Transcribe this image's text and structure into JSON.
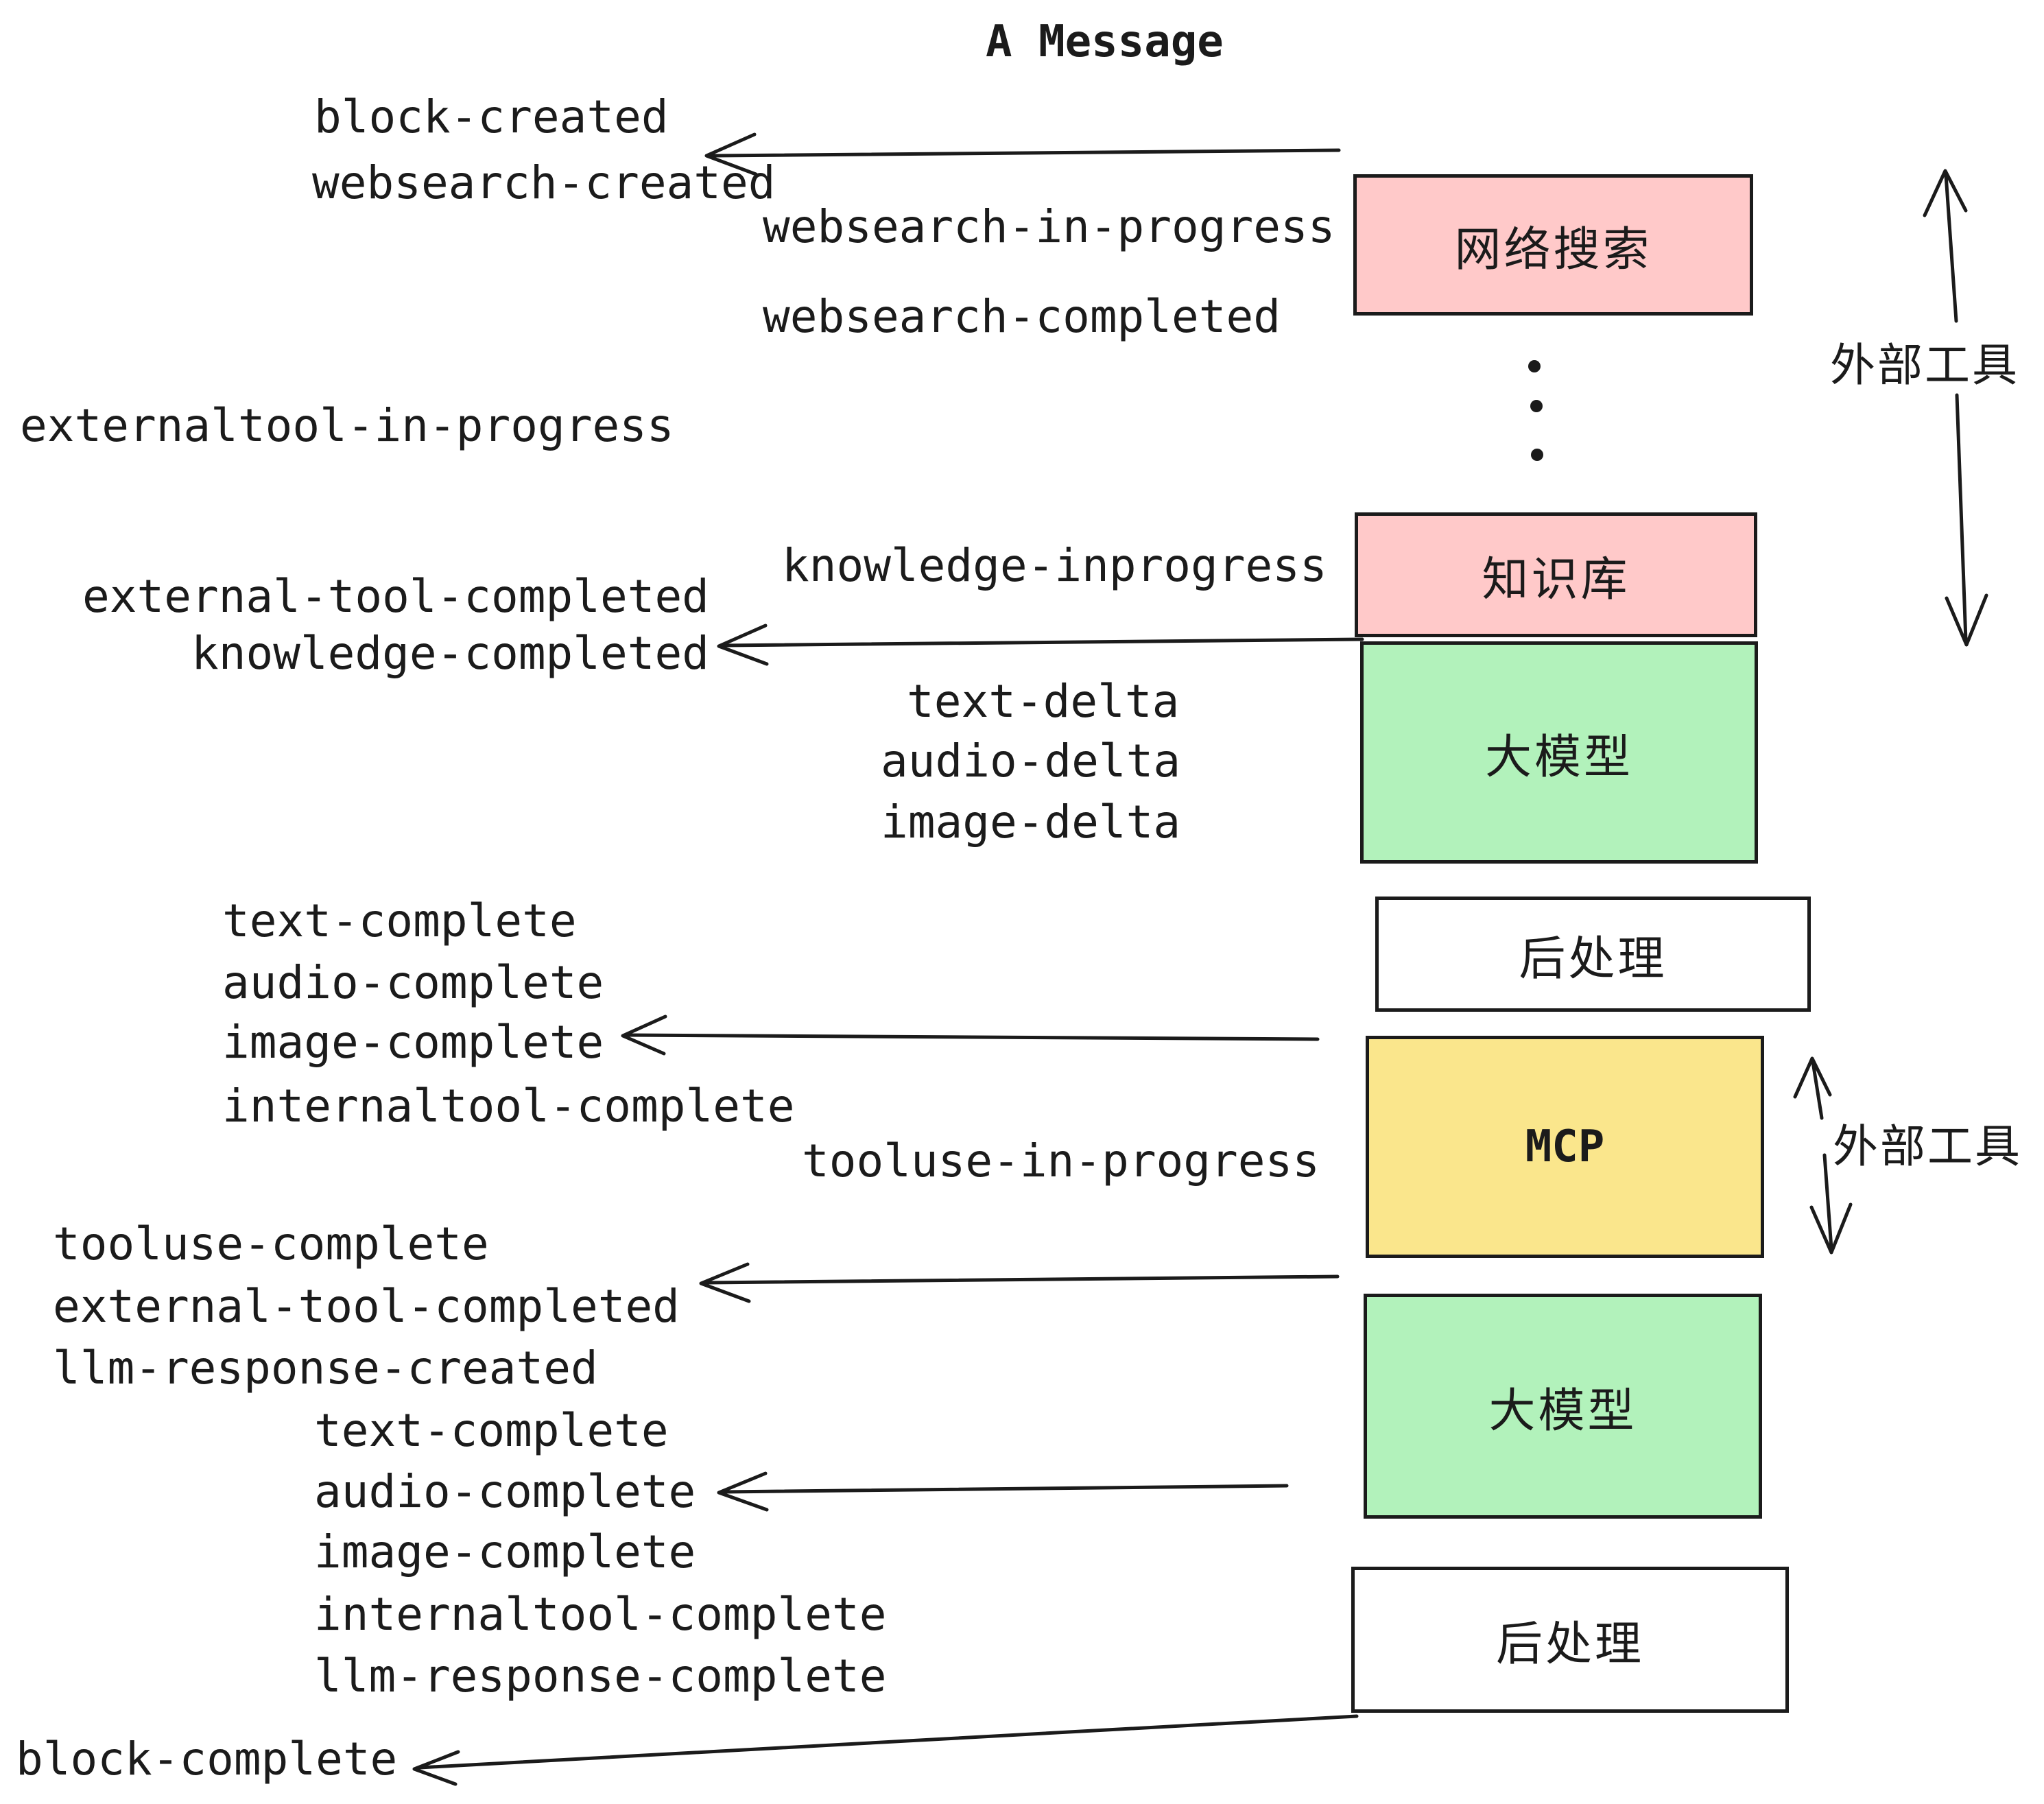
{
  "title": "A Message",
  "colors": {
    "pink": "#ffc9c9",
    "green": "#b2f2bb",
    "yellow": "#fae68c",
    "ink": "#1b1b1b",
    "white": "#ffffff"
  },
  "boxes": {
    "websearch": "网络搜索",
    "knowledge": "知识库",
    "llm": "大模型",
    "postprocess": "后处理",
    "mcp": "MCP"
  },
  "annotations": {
    "external_tools": "外部工具",
    "ellipsis_dots": "vertical-ellipsis"
  },
  "events": {
    "block_created": "block-created",
    "websearch_created": "websearch-created",
    "websearch_in_progress": "websearch-in-progress",
    "websearch_completed": "websearch-completed",
    "externaltool_in_progress": "externaltool-in-progress",
    "knowledge_inprogress": "knowledge-inprogress",
    "external_tool_completed": "external-tool-completed",
    "knowledge_completed": "knowledge-completed",
    "text_delta": "text-delta",
    "audio_delta": "audio-delta",
    "image_delta": "image-delta",
    "text_complete": "text-complete",
    "audio_complete": "audio-complete",
    "image_complete": "image-complete",
    "internaltool_complete": "internaltool-complete",
    "tooluse_in_progress": "tooluse-in-progress",
    "tooluse_complete": "tooluse-complete",
    "llm_response_created": "llm-response-created",
    "llm_response_complete": "llm-response-complete",
    "block_complete": "block-complete"
  }
}
